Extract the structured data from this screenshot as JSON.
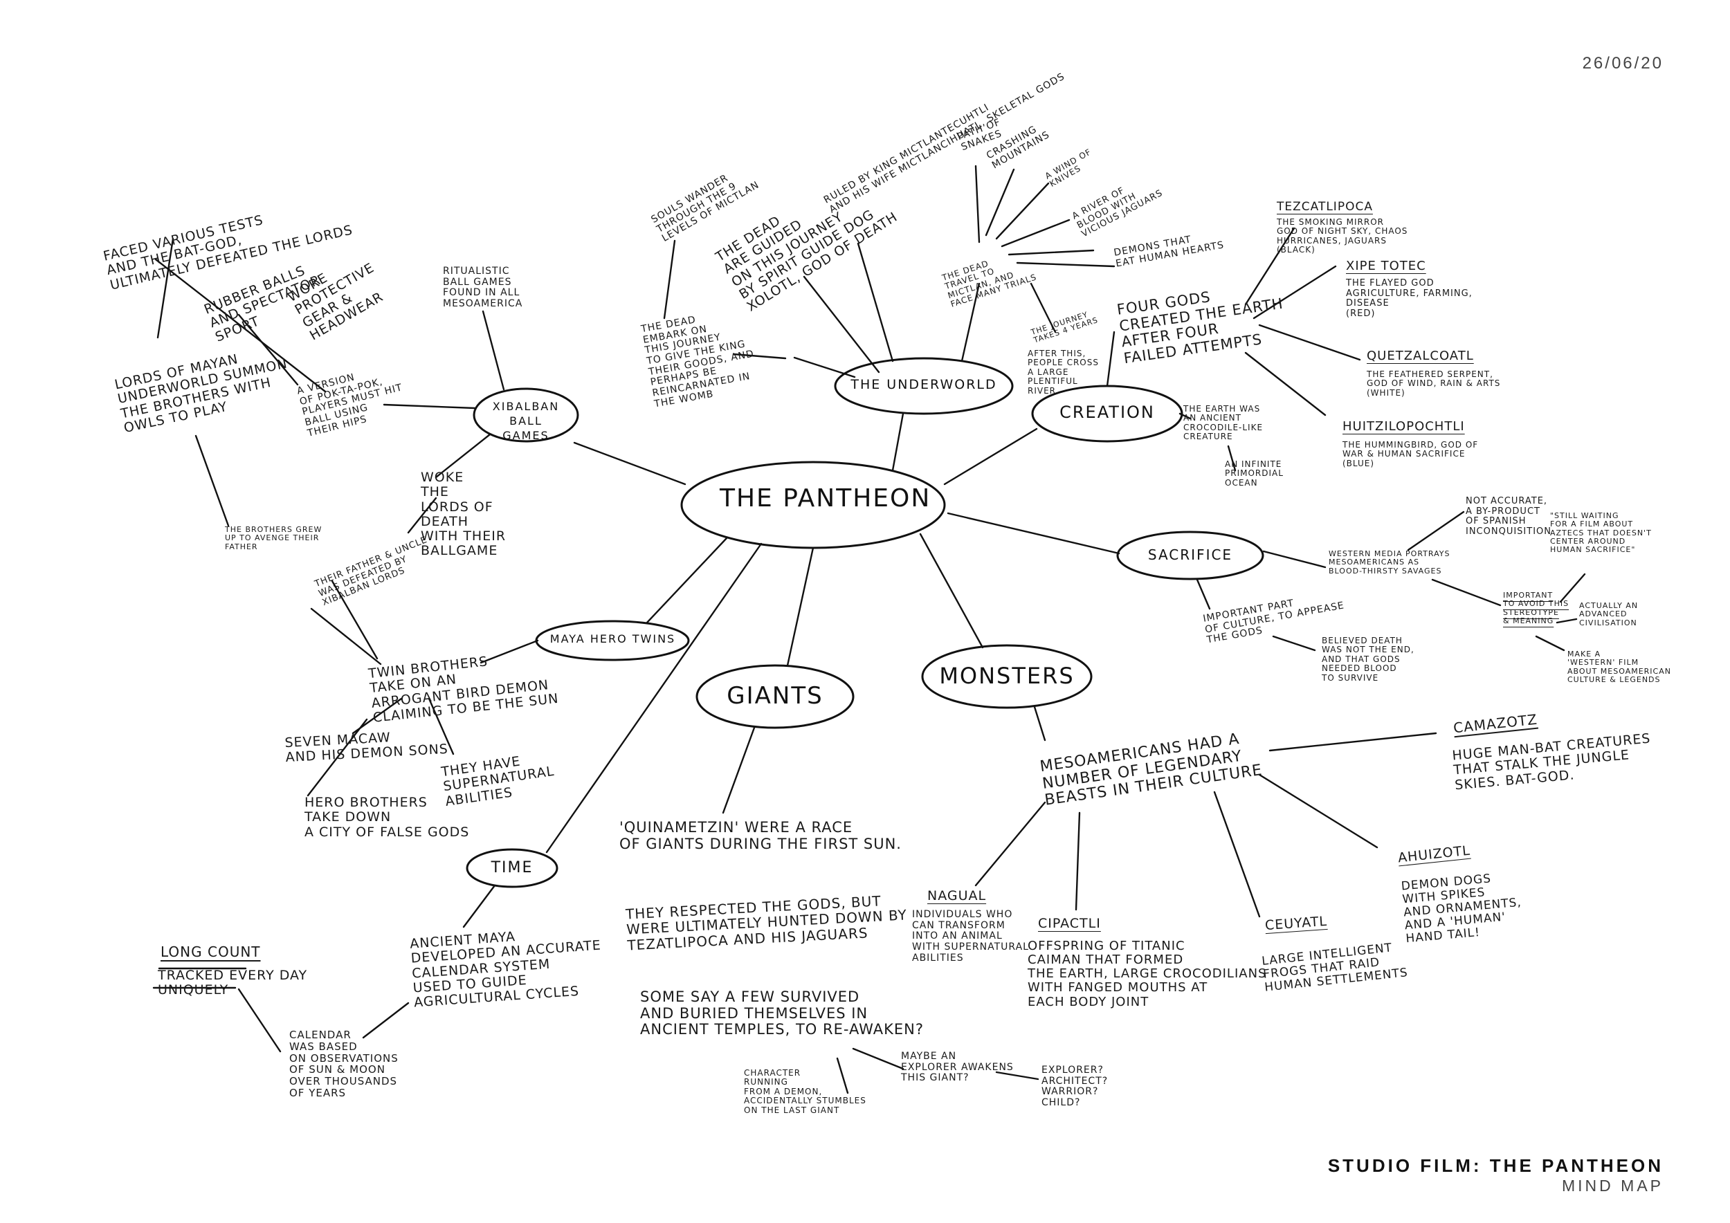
{
  "date": "26/06/20",
  "footer": {
    "title": "STUDIO FILM: THE PANTHEON",
    "subtitle": "MIND MAP"
  },
  "nodes": {
    "pantheon": "THE PANTHEON",
    "xibalban": "XIBALBAN BALL GAMES",
    "underworld": "THE UNDERWORLD",
    "creation": "CREATION",
    "sacrifice": "SACRIFICE",
    "monsters": "MONSTERS",
    "giants": "GIANTS",
    "twins": "MAYA HERO TWINS",
    "time": "TIME"
  },
  "notes": {
    "faced_tests": "FACED VARIOUS TESTS\nAND THE BAT-GOD,\nULTIMATELY DEFEATED THE LORDS",
    "rubber_balls": "RUBBER BALLS\nAND SPECTATOR\nSPORT",
    "protective_gear": "WORE\nPROTECTIVE\nGEAR &\nHEADWEAR",
    "ritualistic": "RITUALISTIC\nBALL GAMES\nFOUND IN ALL\nMESOAMERICA",
    "lords_summon": "LORDS OF MAYAN\nUNDERWORLD SUMMON\nTHE BROTHERS WITH\nOWLS TO PLAY",
    "pok_ta_pok": "A VERSION\nOF POK-TA-POK,\nPLAYERS MUST HIT\nBALL USING\nTHEIR HIPS",
    "woke_lords": "WOKE\nTHE\nLORDS OF\nDEATH\nWITH THEIR\nBALLGAME",
    "brothers_grew": "THE BROTHERS GREW\nUP TO AVENGE THEIR\nFATHER",
    "father_uncle": "THEIR FATHER & UNCLE\nWAS DEFEATED BY\nXIBALBAN LORDS",
    "twin_brothers": "TWIN BROTHERS\nTAKE ON AN\nARROGANT BIRD DEMON\nCLAIMING TO BE THE SUN",
    "seven_macaw": "SEVEN MACAW\nAND HIS DEMON SONS",
    "hero_brothers": "HERO BROTHERS\nTAKE DOWN\nA CITY OF FALSE GODS",
    "supernatural": "THEY HAVE\nSUPERNATURAL\nABILITIES",
    "souls_wander": "SOULS WANDER\nTHROUGH THE 9\nLEVELS OF MICTLAN",
    "guided": "THE DEAD\nARE GUIDED\nON THIS JOURNEY\nBY SPIRIT GUIDE DOG\nXOLOTL, GOD OF DEATH",
    "ruled_by": "RULED BY KING MICTLANTECUHTLI\nAND HIS WIFE MICTLANCIHUATL, SKELETAL GODS",
    "dead_embark": "THE DEAD\nEMBARK ON\nTHIS JOURNEY\nTO GIVE THE KING\nTHEIR GOODS, AND\nPERHAPS BE\nREINCARNATED IN\nTHE WOMB",
    "path_snakes": "PATH OF\nSNAKES",
    "crashing": "CRASHING\nMOUNTAINS",
    "wind_knives": "A WIND OF\nKNIVES",
    "river_blood": "A RIVER OF\nBLOOD WITH\nVICIOUS JAGUARS",
    "demons_hearts": "DEMONS THAT\nEAT HUMAN HEARTS",
    "dead_travel": "THE DEAD\nTRAVEL TO\nMICTLAN, AND\nFACE MANY TRIALS",
    "journey_years": "THE JOURNEY\nTAKES 4 YEARS",
    "after_this": "AFTER THIS,\nPEOPLE CROSS\nA LARGE\nPLENTIFUL\nRIVER.",
    "four_gods": "FOUR GODS\nCREATED THE EARTH\nAFTER FOUR\nFAILED ATTEMPTS",
    "earth_crocodile": "THE EARTH WAS\nAN ANCIENT\nCROCODILE-LIKE\nCREATURE",
    "infinite_ocean": "AN INFINITE\nPRIMORDIAL\nOCEAN",
    "tezcatlipoca_title": "TEZCATLIPOCA",
    "tezcatlipoca_body": "THE SMOKING MIRROR\nGOD OF NIGHT SKY, CHAOS\nHURRICANES, JAGUARS\n(BLACK)",
    "xipe_title": "XIPE TOTEC",
    "xipe_body": "THE FLAYED GOD\nAGRICULTURE, FARMING,\nDISEASE\n(RED)",
    "quetzal_title": "QUETZALCOATL",
    "quetzal_body": "THE FEATHERED SERPENT,\nGOD OF WIND, RAIN & ARTS\n(WHITE)",
    "huitzi_title": "HUITZILOPOCHTLI",
    "huitzi_body": "THE HUMMINGBIRD, GOD OF\nWAR & HUMAN SACRIFICE\n(BLUE)",
    "western_media": "WESTERN MEDIA PORTRAYS\nMESOAMERICANS AS\nBLOOD-THIRSTY SAVAGES",
    "not_accurate": "NOT ACCURATE,\nA BY-PRODUCT\nOF SPANISH\nINCONQUISITION",
    "still_waiting": "\"STILL WAITING\nFOR A FILM ABOUT\nAZTECS THAT DOESN'T\nCENTER AROUND\nHUMAN SACRIFICE\"",
    "important_avoid": "IMPORTANT\nTO AVOID THIS\nSTEREOTYPE\n& MEANING",
    "actually_advanced": "ACTUALLY AN\nADVANCED\nCIVILISATION",
    "make_western": "MAKE A\n'WESTERN' FILM\nABOUT MESOAMERICAN\nCULTURE & LEGENDS",
    "important_part": "IMPORTANT PART\nOF CULTURE, TO APPEASE\nTHE GODS",
    "believed_death": "BELIEVED DEATH\nWAS NOT THE END,\nAND THAT GODS\nNEEDED BLOOD\nTO SURVIVE",
    "mesoamericans_had": "MESOAMERICANS HAD A\nNUMBER OF LEGENDARY\nBEASTS IN THEIR CULTURE",
    "camazotz_title": "CAMAZOTZ",
    "camazotz_body": "HUGE MAN-BAT CREATURES\nTHAT STALK THE JUNGLE\nSKIES. BAT-GOD.",
    "ahuizotl_title": "AHUIZOTL",
    "ahuizotl_body": "DEMON DOGS\nWITH SPIKES\nAND ORNAMENTS,\nAND A 'HUMAN'\nHAND TAIL!",
    "nagual_title": "NAGUAL",
    "nagual_body": "INDIVIDUALS WHO\nCAN TRANSFORM\nINTO AN ANIMAL\nWITH SUPERNATURAL\nABILITIES",
    "cipactli_title": "CIPACTLI",
    "cipactli_body": "OFFSPRING OF TITANIC\nCAIMAN THAT FORMED\nTHE EARTH, LARGE CROCODILIANS\nWITH FANGED MOUTHS AT\nEACH BODY JOINT",
    "ceuyatl_title": "CEUYATL",
    "ceuyatl_body": "LARGE INTELLIGENT\nFROGS THAT RAID\nHUMAN SETTLEMENTS",
    "quinametzin": "'QUINAMETZIN' WERE A RACE\nOF GIANTS DURING THE FIRST SUN.",
    "respected": "THEY RESPECTED THE GODS, BUT\nWERE ULTIMATELY HUNTED DOWN BY\nTEZATLIPOCA AND HIS JAGUARS",
    "some_say": "SOME SAY A FEW SURVIVED\nAND BURIED THEMSELVES IN\nANCIENT TEMPLES, TO RE-AWAKEN?",
    "character_running": "CHARACTER\nRUNNING\nFROM A DEMON,\nACCIDENTALLY STUMBLES\nON THE LAST GIANT",
    "maybe_explorer": "MAYBE AN\nEXPLORER AWAKENS\nTHIS GIANT?",
    "explorer_roles": "EXPLORER?\nARCHITECT?\nWARRIOR?\nCHILD?",
    "long_count_title": "LONG COUNT",
    "long_count_body": "TRACKED EVERY DAY\nUNIQUELY",
    "ancient_maya": "ANCIENT MAYA\nDEVELOPED AN ACCURATE\nCALENDAR SYSTEM\nUSED TO GUIDE\nAGRICULTURAL CYCLES",
    "calendar_based": "CALENDAR\nWAS BASED\nON OBSERVATIONS\nOF SUN & MOON\nOVER THOUSANDS\nOF YEARS"
  }
}
